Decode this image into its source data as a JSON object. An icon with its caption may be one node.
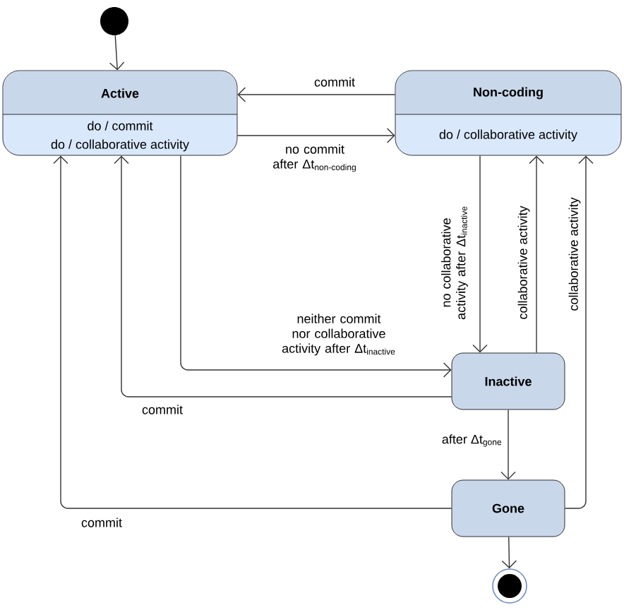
{
  "diagram": {
    "nodes": [
      {
        "text": [],
        "shape": "circle"
      },
      {
        "text": [
          "Active",
          "do / commit",
          "do / collaborative activity"
        ]
      },
      {
        "text": [
          "Non-coding",
          "do / collaborative activity"
        ]
      },
      {
        "text": [
          "Inactive"
        ]
      },
      {
        "text": [
          "Gone"
        ]
      },
      {
        "text": [],
        "shape": "circle"
      }
    ],
    "edges": [
      {
        "from": 0,
        "to": 1,
        "arrow": "to"
      },
      {
        "from": 2,
        "to": 1,
        "arrow": "to",
        "label": "commit"
      },
      {
        "from": 1,
        "to": 2,
        "arrow": "to",
        "label": "\\text{no commit}\\allowbreak\\ \\text{after Δt}_{\\text{non-coding}}"
      },
      {
        "from": 1,
        "to": 3,
        "arrow": "to",
        "label": "neither commit nor collaborative activity after Δt$_{inactive}$"
      },
      {
        "from": 3,
        "to": 1,
        "arrow": "to",
        "label": "commit"
      },
      {
        "from": 2,
        "to": 3,
        "arrow": "to",
        "label": "no collaborative activity after Δt$_{inactive}$"
      },
      {
        "from": 3,
        "to": 2,
        "arrow": "to",
        "label": "collaborative activity"
      },
      {
        "from": 4,
        "to": 2,
        "arrow": "to",
        "label": "collaborative activity"
      },
      {
        "from": 3,
        "to": 4,
        "arrow": "to",
        "label": "after Δt$_{gone}$"
      },
      {
        "from": 4,
        "to": 1,
        "arrow": "to",
        "label": "commit"
      },
      {
        "from": 4,
        "to": 5,
        "arrow": "to"
      }
    ]
  }
}
